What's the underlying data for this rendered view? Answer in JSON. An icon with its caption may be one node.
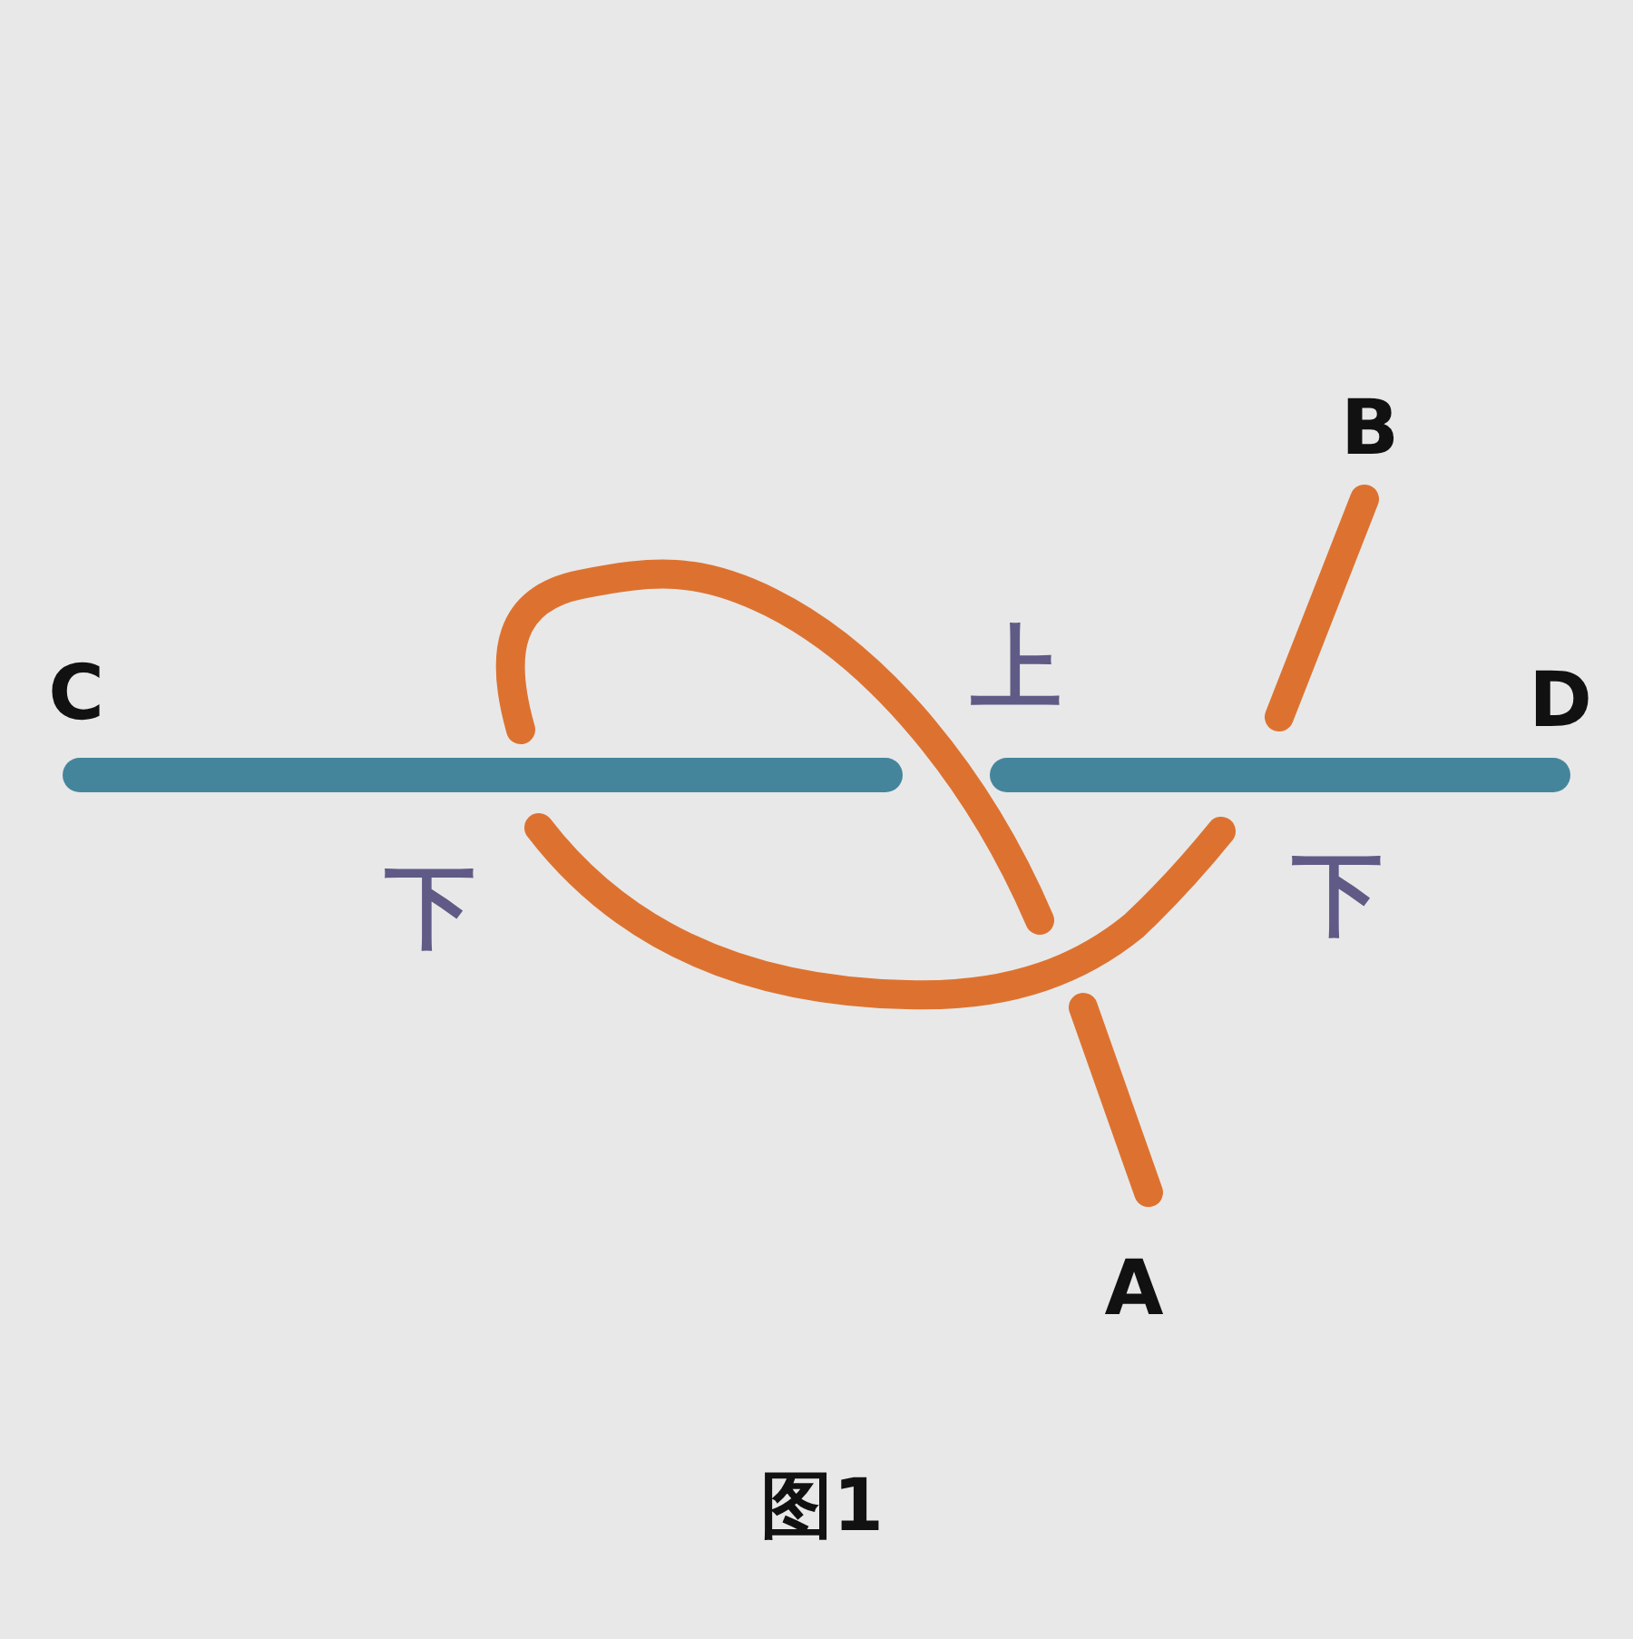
{
  "diagram": {
    "caption": "图1",
    "labels": [
      "B",
      "上",
      "C",
      "D",
      "下",
      "下",
      "A"
    ]
  }
}
